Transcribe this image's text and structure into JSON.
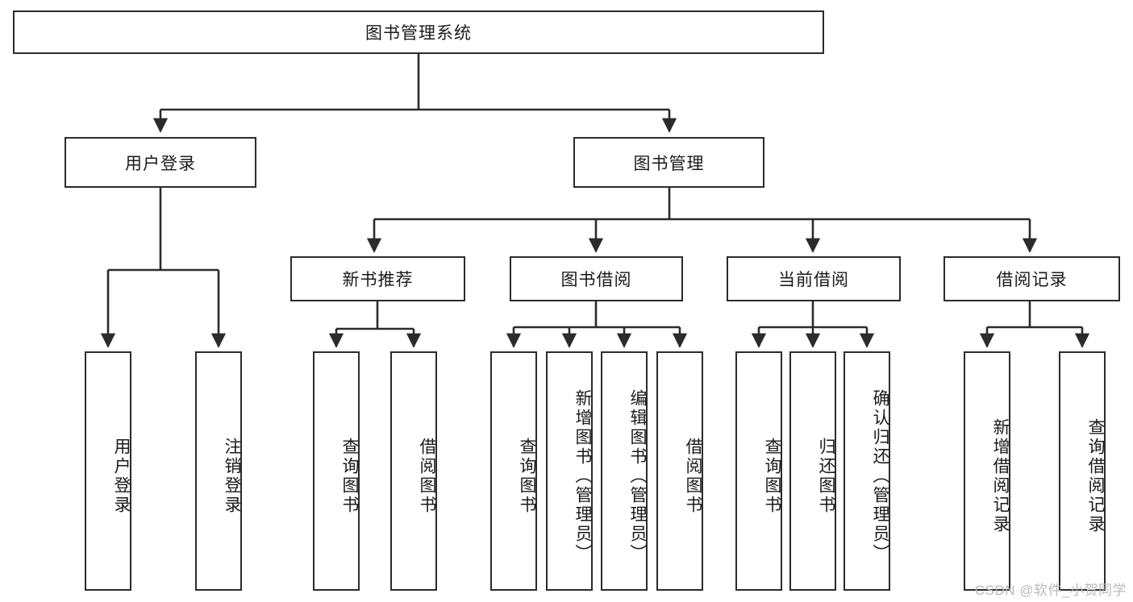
{
  "diagram": {
    "title": "图书管理系统",
    "type": "tree-hierarchy",
    "root": {
      "label": "图书管理系统"
    },
    "level2": [
      {
        "label": "用户登录"
      },
      {
        "label": "图书管理"
      }
    ],
    "level3": [
      {
        "label": "新书推荐"
      },
      {
        "label": "图书借阅"
      },
      {
        "label": "当前借阅"
      },
      {
        "label": "借阅记录"
      }
    ],
    "leaves": {
      "user_login": [
        {
          "label": "用户登录"
        },
        {
          "label": "注销登录"
        }
      ],
      "new_book_recommend": [
        {
          "label": "查询图书"
        },
        {
          "label": "借阅图书"
        }
      ],
      "book_borrow": [
        {
          "label": "查询图书"
        },
        {
          "label": "新增图书（管理员）"
        },
        {
          "label": "编辑图书（管理员）"
        },
        {
          "label": "借阅图书"
        }
      ],
      "current_borrow": [
        {
          "label": "查询图书"
        },
        {
          "label": "归还图书"
        },
        {
          "label": "确认归还（管理员）"
        }
      ],
      "borrow_records": [
        {
          "label": "新增借阅记录"
        },
        {
          "label": "查询借阅记录"
        }
      ]
    }
  },
  "watermark": {
    "text": "CSDN @软件_小贺同学"
  },
  "colors": {
    "border": "#2b2b2b",
    "background": "#ffffff",
    "text": "#1a1a1a",
    "watermark": "#b9b9b9"
  }
}
